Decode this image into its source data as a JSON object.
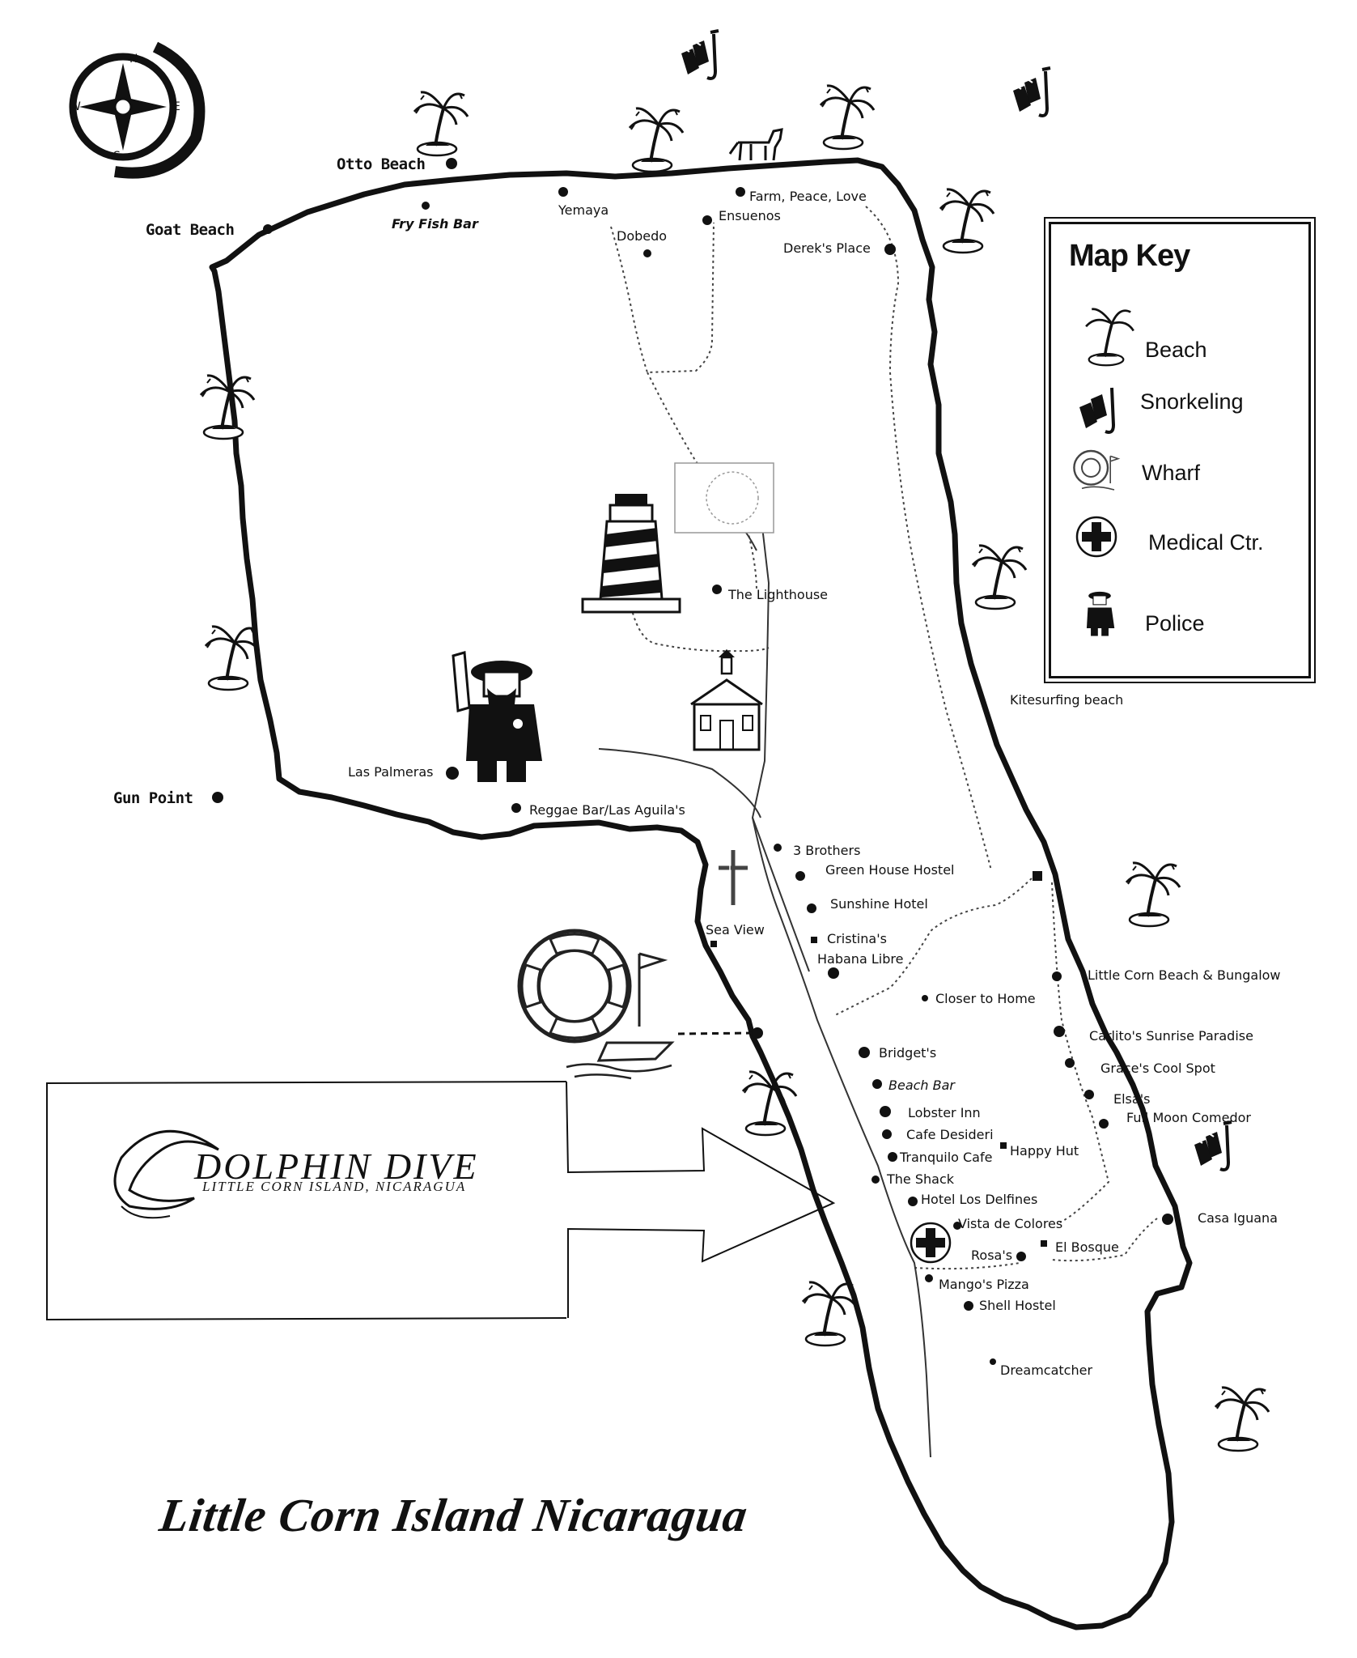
{
  "title": "Little Corn Island Nicaragua",
  "compass": {
    "n": "N",
    "e": "E",
    "s": "S",
    "w": "W"
  },
  "key": {
    "title": "Map Key",
    "items": [
      {
        "label": "Beach",
        "icon": "palm-tree-icon"
      },
      {
        "label": "Snorkeling",
        "icon": "snorkel-fins-icon"
      },
      {
        "label": "Wharf",
        "icon": "life-ring-icon"
      },
      {
        "label": "Medical Ctr.",
        "icon": "medical-cross-icon"
      },
      {
        "label": "Police",
        "icon": "police-officer-icon"
      }
    ]
  },
  "banner": {
    "name": "DOLPHIN DIVE",
    "subtitle": "LITTLE CORN ISLAND, NICARAGUA"
  },
  "places": {
    "otto_beach": "Otto Beach",
    "goat_beach": "Goat Beach",
    "fry_fish_bar": "Fry Fish Bar",
    "yemaya": "Yemaya",
    "dobedo": "Dobedo",
    "farm_peace_love": "Farm, Peace, Love",
    "ensuenos": "Ensuenos",
    "dereks_place": "Derek's Place",
    "the_lighthouse": "The Lighthouse",
    "kitesurfing_beach": "Kitesurfing beach",
    "las_palmeras": "Las Palmeras",
    "gun_point": "Gun Point",
    "reggae_bar": "Reggae Bar/Las Aguila's",
    "three_brothers": "3 Brothers",
    "green_house_hostel": "Green House Hostel",
    "sunshine_hotel": "Sunshine Hotel",
    "cristinas": "Cristina's",
    "habana_libre": "Habana Libre",
    "sea_view": "Sea View",
    "little_corn_beach": "Little Corn Beach & Bungalow",
    "closer_to_home": "Closer to Home",
    "carlitos": "Carlito's Sunrise Paradise",
    "bridgets": "Bridget's",
    "graces": "Grace's Cool Spot",
    "beach_bar": "Beach Bar",
    "elsas": "Elsa's",
    "lobster_inn": "Lobster Inn",
    "full_moon": "Full Moon Comedor",
    "cafe_desideri": "Cafe Desideri",
    "happy_hut": "Happy Hut",
    "tranquilo_cafe": "Tranquilo Cafe",
    "the_shack": "The Shack",
    "hotel_los_delfines": "Hotel Los Delfines",
    "casa_iguana": "Casa Iguana",
    "vista_de_colores": "Vista de Colores",
    "el_bosque": "El Bosque",
    "rosas": "Rosa's",
    "mangos_pizza": "Mango's Pizza",
    "shell_hostel": "Shell Hostel",
    "dreamcatcher": "Dreamcatcher"
  }
}
